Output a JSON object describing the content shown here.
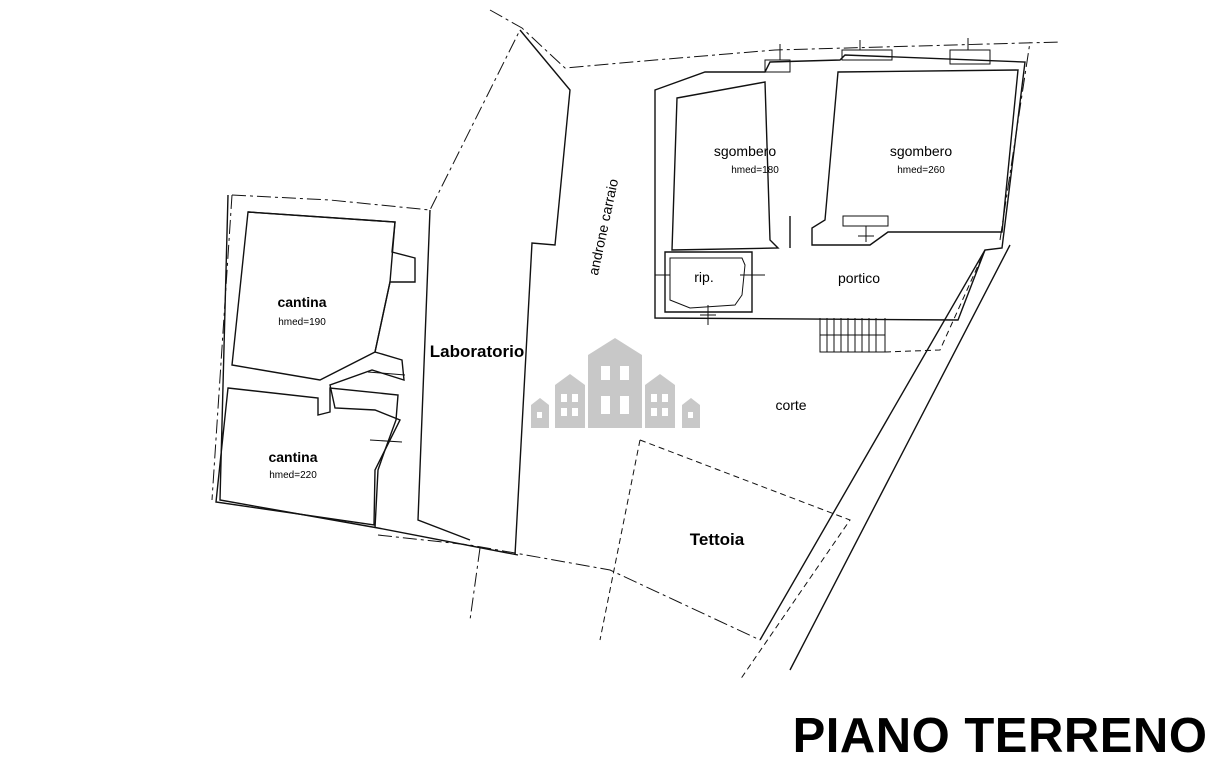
{
  "title": "PIANO TERRENO",
  "rooms": {
    "cantina_top": {
      "name": "cantina",
      "height": "hmed=190"
    },
    "cantina_bottom": {
      "name": "cantina",
      "height": "hmed=220"
    },
    "laboratorio": {
      "name": "Laboratorio"
    },
    "androne": {
      "name": "androne carraio"
    },
    "sgombero_left": {
      "name": "sgombero",
      "height": "hmed=180"
    },
    "sgombero_right": {
      "name": "sgombero",
      "height": "hmed=260"
    },
    "rip": {
      "name": "rip."
    },
    "portico": {
      "name": "portico"
    },
    "corte": {
      "name": "corte"
    },
    "tettoia": {
      "name": "Tettoia"
    }
  },
  "watermark": {
    "icon": "buildings-icon",
    "color": "#c8c8c8"
  }
}
